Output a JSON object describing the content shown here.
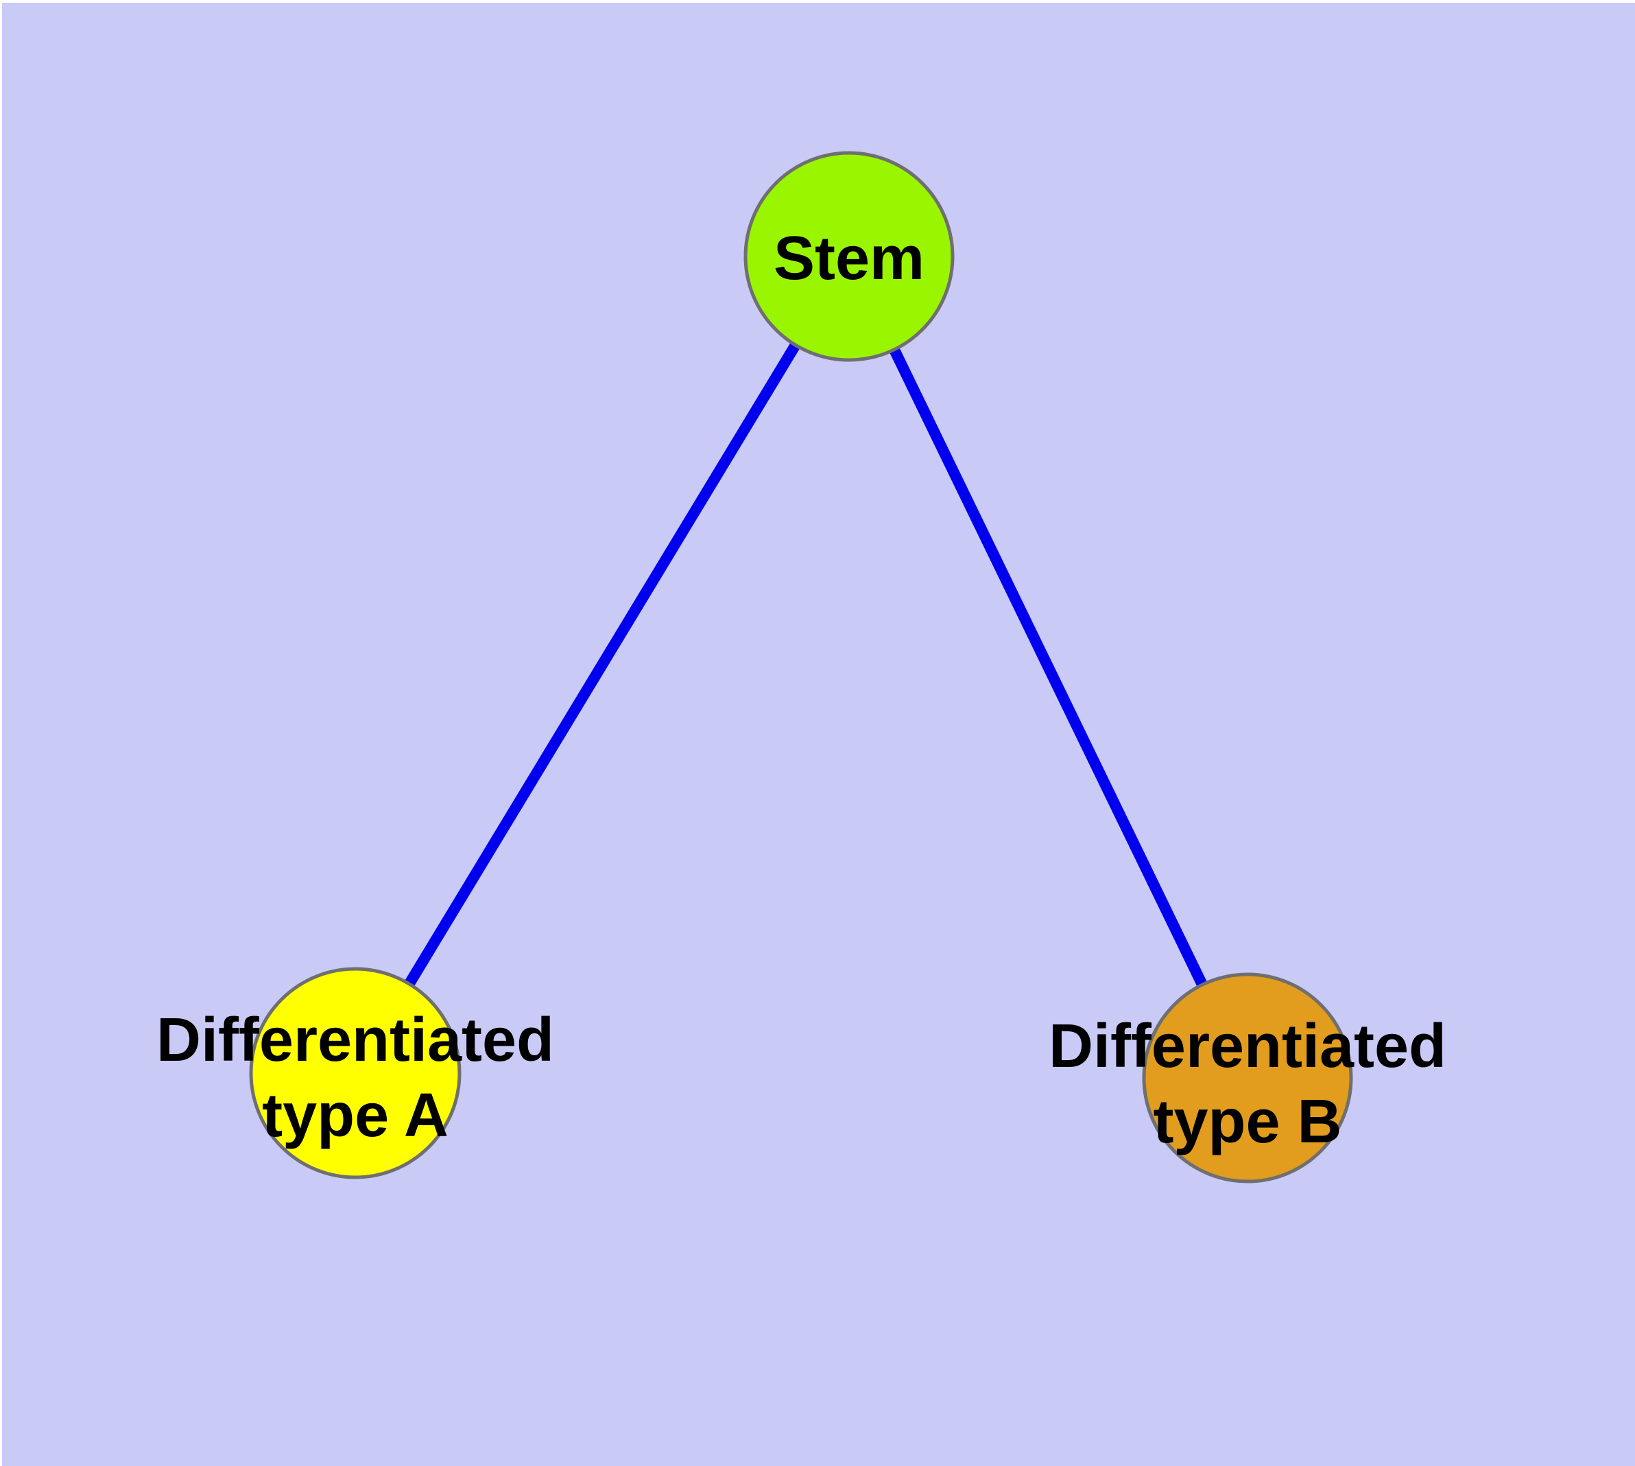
{
  "diagram": {
    "kind": "node-link-graph",
    "background_color": "#CACAF7",
    "page_border_color": "#FFFFFF",
    "edge_color": "#0000EE",
    "node_border_color": "#6F6F6F",
    "label_color": "#000000",
    "nodes": [
      {
        "id": "stem",
        "label": "Stem",
        "color": "#9AF500"
      },
      {
        "id": "differentiated-type-a",
        "label_line1": "Differentiated",
        "label_line2": "type A",
        "color": "#FFFF00"
      },
      {
        "id": "differentiated-type-b",
        "label_line1": "Differentiated",
        "label_line2": "type B",
        "color": "#E29C1E"
      }
    ],
    "edges": [
      {
        "from": "stem",
        "to": "differentiated-type-a"
      },
      {
        "from": "stem",
        "to": "differentiated-type-b"
      }
    ]
  }
}
